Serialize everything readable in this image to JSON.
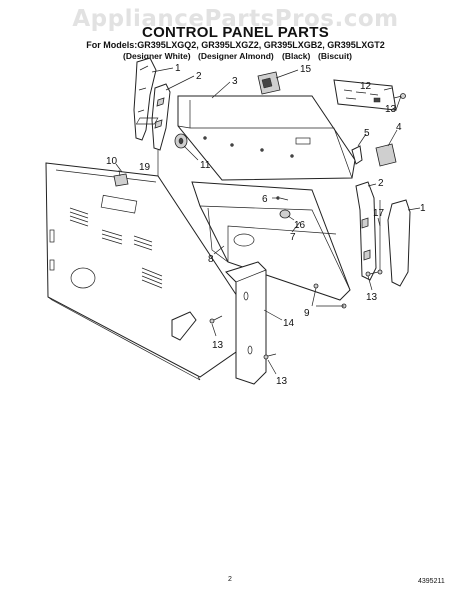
{
  "watermark": "AppliancePartsPros.com",
  "header": {
    "title": "CONTROL PANEL PARTS",
    "models": "For Models:GR395LXGQ2, GR395LXGZ2, GR395LXGB2, GR395LXGT2",
    "colors": [
      "(Designer White)",
      "(Designer Almond)",
      "(Black)",
      "(Biscuit)"
    ]
  },
  "callouts": [
    "1",
    "2",
    "3",
    "15",
    "12",
    "13",
    "5",
    "4",
    "10",
    "19",
    "11",
    "6",
    "16",
    "2",
    "17",
    "1",
    "7",
    "8",
    "9",
    "13",
    "14",
    "13",
    "13"
  ],
  "footer": {
    "page": "2",
    "doc_number": "4395211"
  }
}
